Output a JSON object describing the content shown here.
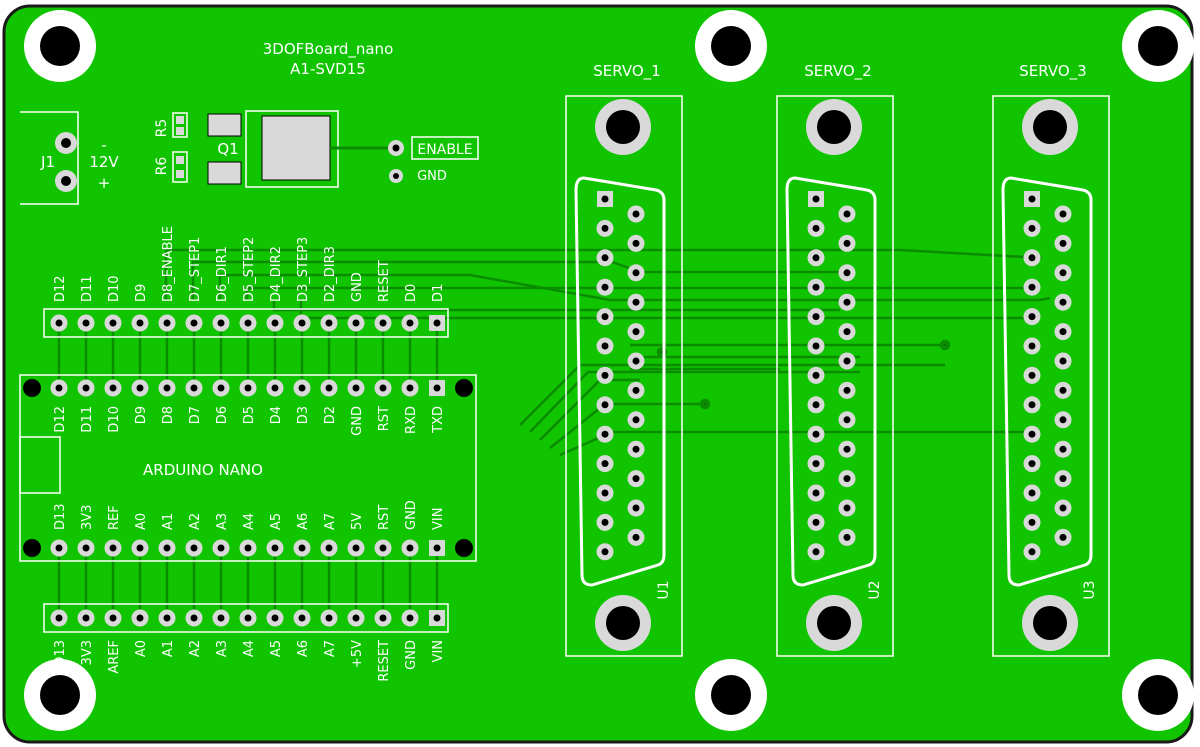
{
  "board": {
    "title": "3DOFBoard_nano",
    "revision": "A1-SVD15",
    "colors": {
      "board": "#10c400",
      "board_edge": "#1a1a1a",
      "trace": "#0a8c00",
      "silk": "#ffffff",
      "pad": "#d9d9d9",
      "hole": "#000000"
    }
  },
  "power": {
    "ref": "J1",
    "neg": "-",
    "voltage": "12V",
    "pos": "+"
  },
  "components": {
    "r5": "R5",
    "r6": "R6",
    "q1": "Q1",
    "enable_label": "ENABLE",
    "gnd_label": "GND"
  },
  "header_top": {
    "labels": [
      "D12",
      "D11",
      "D10",
      "D9",
      "D8_ENABLE",
      "D7_STEP1",
      "D6_DIR1",
      "D5_STEP2",
      "D4_DIR2",
      "D3_STEP3",
      "D2_DIR3",
      "GND",
      "RESET",
      "D0",
      "D1"
    ]
  },
  "nano": {
    "title": "ARDUINO NANO",
    "top_row": [
      "D12",
      "D11",
      "D10",
      "D9",
      "D8",
      "D7",
      "D6",
      "D5",
      "D4",
      "D3",
      "D2",
      "GND",
      "RST",
      "RXD",
      "TXD"
    ],
    "bottom_row": [
      "D13",
      "3V3",
      "REF",
      "A0",
      "A1",
      "A2",
      "A3",
      "A4",
      "A5",
      "A6",
      "A7",
      "5V",
      "RST",
      "GND",
      "VIN"
    ]
  },
  "header_bottom": {
    "labels": [
      "D13",
      "3V3",
      "AREF",
      "A0",
      "A1",
      "A2",
      "A3",
      "A4",
      "A5",
      "A6",
      "A7",
      "+5V",
      "RESET",
      "GND",
      "VIN"
    ]
  },
  "servos": [
    {
      "name": "SERVO_1",
      "ref": "U1"
    },
    {
      "name": "SERVO_2",
      "ref": "U2"
    },
    {
      "name": "SERVO_3",
      "ref": "U3"
    }
  ]
}
